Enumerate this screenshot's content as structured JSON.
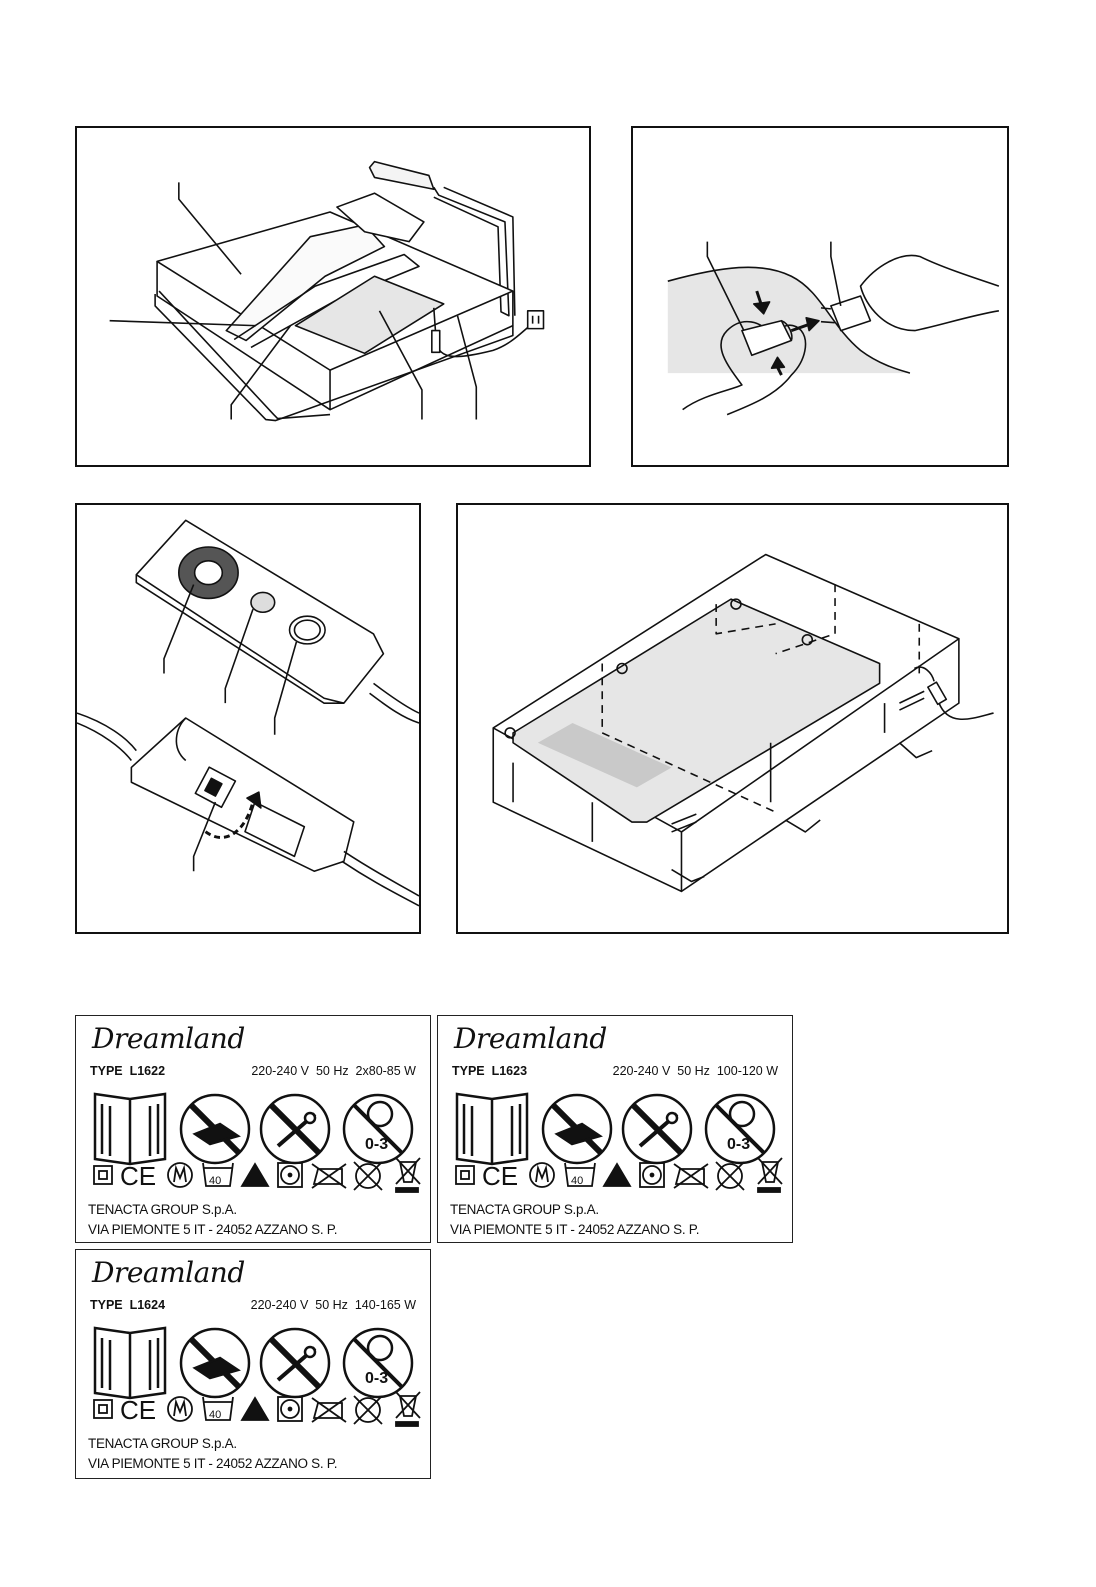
{
  "labels": [
    {
      "brand": "Dreamland",
      "type": "TYPE  L1622",
      "spec": "220-240 V  50 Hz  2x80-85 W",
      "company": "TENACTA GROUP S.p.A.",
      "address": "VIA PIEMONTE 5   IT - 24052 AZZANO S. P."
    },
    {
      "brand": "Dreamland",
      "type": "TYPE  L1623",
      "spec": "220-240 V  50 Hz  100-120 W",
      "company": "TENACTA GROUP S.p.A.",
      "address": "VIA PIEMONTE 5   IT - 24052 AZZANO S. P."
    },
    {
      "brand": "Dreamland",
      "type": "TYPE  L1624",
      "spec": "220-240 V  50 Hz  140-165 W",
      "company": "TENACTA GROUP S.p.A.",
      "address": "VIA PIEMONTE 5   IT - 24052 AZZANO S. P."
    }
  ],
  "symbols": {
    "age_text": "0-3",
    "wash_temp": "40",
    "ce_mark": "CE"
  },
  "colors": {
    "line": "#111111",
    "pad_fill": "#e6e6e6",
    "panel_fill": "#c9c9c9"
  }
}
